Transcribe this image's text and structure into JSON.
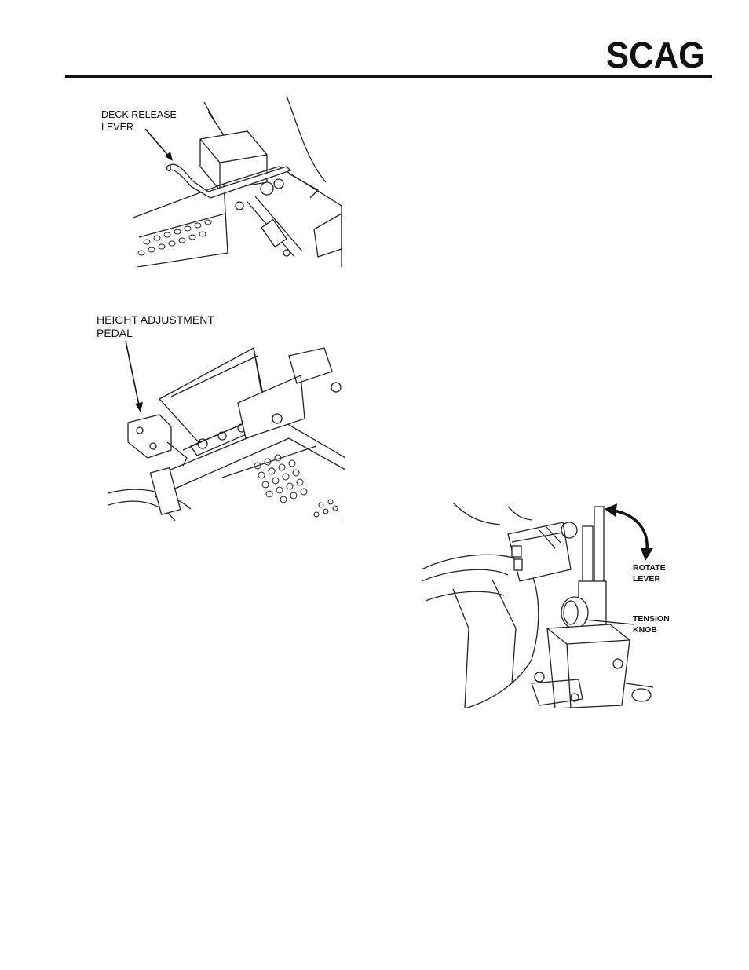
{
  "header": {
    "brand": "SCAG"
  },
  "figures": {
    "deck_release": {
      "label_line1": "DECK RELEASE",
      "label_line2": "LEVER"
    },
    "height_adjustment": {
      "label_line1": "HEIGHT ADJUSTMENT",
      "label_line2": "PEDAL"
    },
    "steering_column": {
      "rotate_line1": "ROTATE",
      "rotate_line2": "LEVER",
      "tension_line1": "TENSION",
      "tension_line2": "KNOB"
    }
  }
}
